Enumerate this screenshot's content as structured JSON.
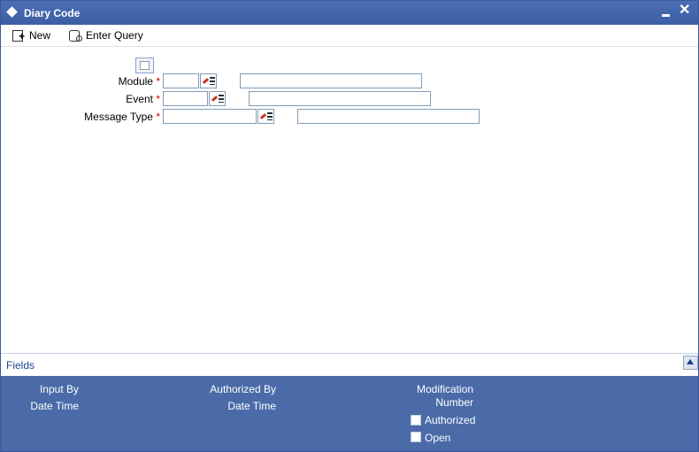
{
  "window": {
    "title": "Diary Code",
    "minimize_icon": "minimize-icon",
    "close_label": "✕"
  },
  "toolbar": {
    "new_label": "New",
    "enter_query_label": "Enter Query"
  },
  "form": {
    "module_label": "Module",
    "event_label": "Event",
    "message_type_label": "Message Type",
    "required_mark": "*",
    "module_value": "",
    "module_desc": "",
    "event_value": "",
    "event_desc": "",
    "message_type_value": "",
    "message_type_desc": ""
  },
  "footer": {
    "fields_label": "Fields"
  },
  "audit": {
    "input_by": "Input By",
    "date_time_1": "Date Time",
    "authorized_by": "Authorized By",
    "date_time_2": "Date Time",
    "modification": "Modification",
    "number": "Number",
    "authorized": "Authorized",
    "open": "Open"
  },
  "colors": {
    "titlebar": "#3c5ea4",
    "audit_panel": "#4a6ba8",
    "required": "#cc0000",
    "link": "#1c3f94"
  }
}
